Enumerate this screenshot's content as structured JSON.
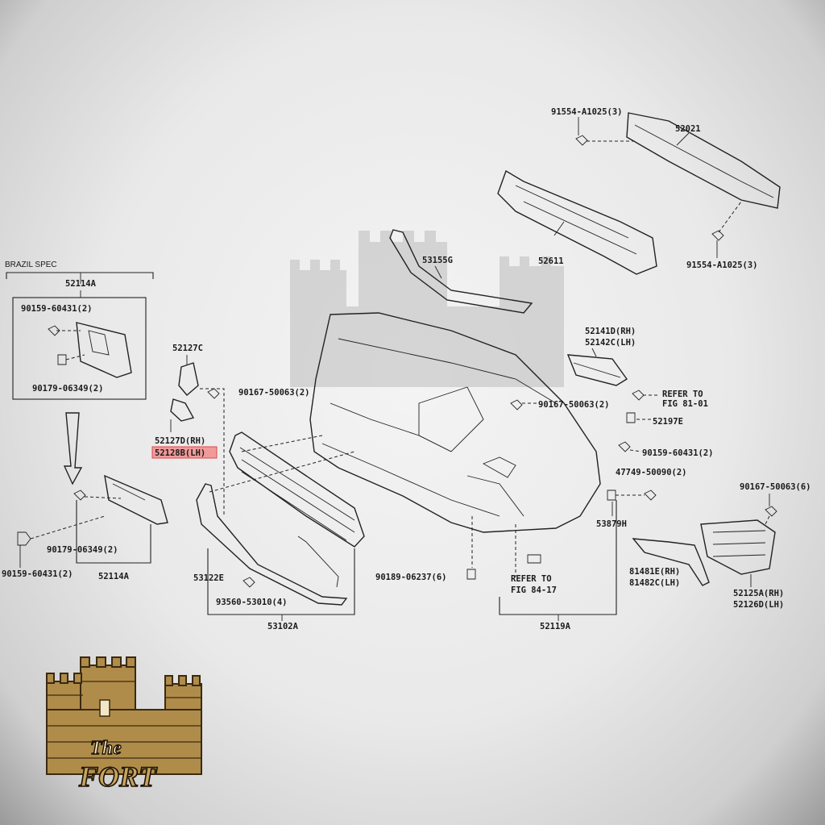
{
  "section_header": "BRAZIL SPEC",
  "brand": {
    "top": "The",
    "bottom": "FORT"
  },
  "colors": {
    "highlight": "#f29a9a",
    "logo_gold": "#b08c4a",
    "logo_outline": "#3b2a10"
  },
  "labels": {
    "p91554_top": "91554-A1025(3)",
    "p52021": "52021",
    "p52611": "52611",
    "p91554_bottom": "91554-A1025(3)",
    "p53155g": "53155G",
    "p52114a_top": "52114A",
    "p90159_top": "90159-60431(2)",
    "p90179_top": "90179-06349(2)",
    "p52127c": "52127C",
    "p90167_left": "90167-50063(2)",
    "p52127d": "52127D(RH)",
    "p52128b": "52128B(LH)",
    "p52141d": "52141D(RH)",
    "p52142c": "52142C(LH)",
    "refer_81_a": "REFER TO",
    "refer_81_b": "FIG 81-01",
    "p90167_mid": "90167-50063(2)",
    "p52197e": "52197E",
    "p90159_right": "90159-60431(2)",
    "p47749": "47749-50090(2)",
    "p90167_right": "90167-50063(6)",
    "p53879h": "53879H",
    "p90179_bottom": "90179-06349(2)",
    "p90159_bottom": "90159-60431(2)",
    "p52114a_bottom": "52114A",
    "p90189": "90189-06237(6)",
    "refer_84_a": "REFER TO",
    "refer_84_b": "FIG 84-17",
    "p81481e": "81481E(RH)",
    "p81482c": "81482C(LH)",
    "p53122e": "53122E",
    "p93560": "93560-53010(4)",
    "p52125a": "52125A(RH)",
    "p52126d": "52126D(LH)",
    "p53102a": "53102A",
    "p52119a": "52119A"
  }
}
